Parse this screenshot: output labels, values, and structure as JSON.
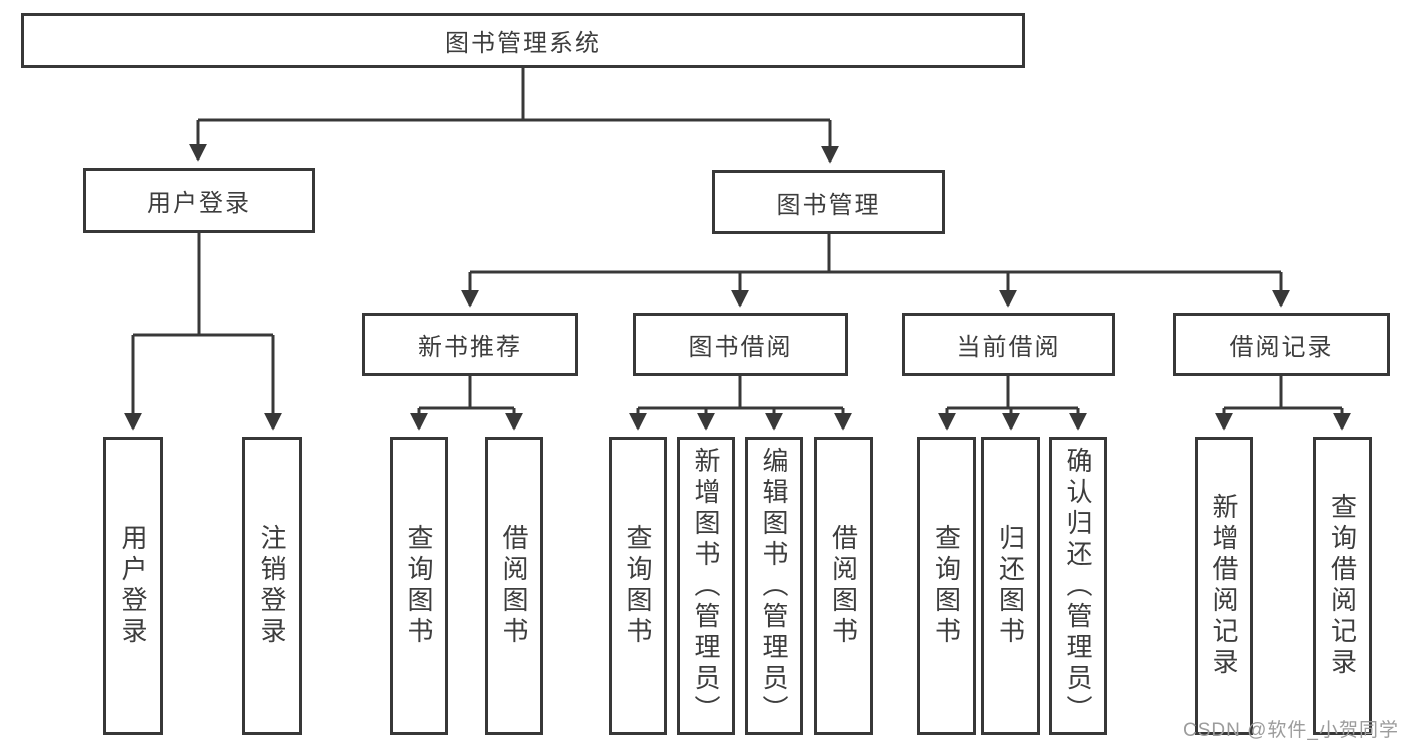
{
  "diagram_title": "图书管理系统",
  "colors": {
    "line": "#383838",
    "text": "#3d3d3d",
    "watermark_text": "#9c9c9c",
    "background": "#ffffff"
  },
  "nodes": {
    "root": "图书管理系统",
    "login": "用户登录",
    "mgmt": "图书管理",
    "newbook": "新书推荐",
    "borrow": "图书借阅",
    "current": "当前借阅",
    "records": "借阅记录",
    "login_user": "用户登录",
    "login_logout": "注销登录",
    "newbook_query": "查询图书",
    "newbook_borrow": "借阅图书",
    "borrow_query": "查询图书",
    "borrow_add": "新增图书（管理员）",
    "borrow_edit": "编辑图书（管理员）",
    "borrow_borrow": "借阅图书",
    "current_query": "查询图书",
    "current_return": "归还图书",
    "current_confirm": "确认归还（管理员）",
    "records_add": "新增借阅记录",
    "records_query": "查询借阅记录"
  },
  "watermark": "CSDN @软件_小贺同学"
}
